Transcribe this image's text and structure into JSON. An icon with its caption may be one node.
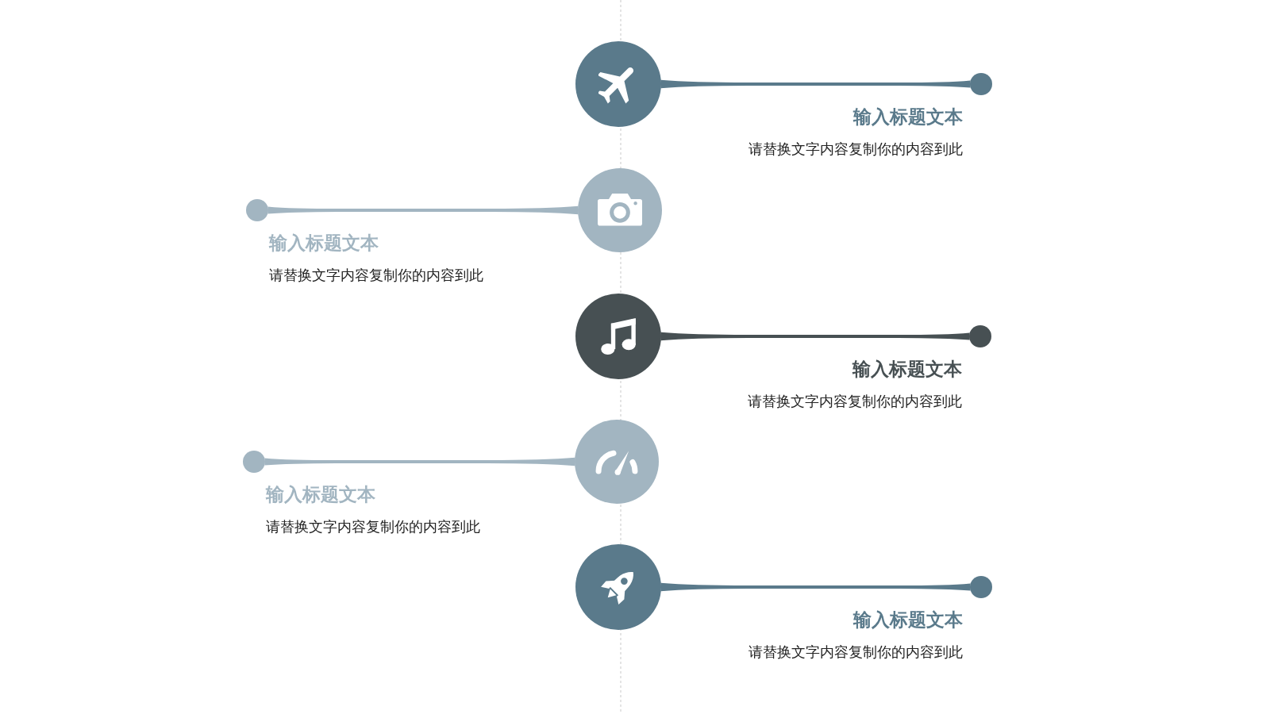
{
  "diagram": {
    "nodes": [
      {
        "text": [],
        "shape": "circle"
      },
      {
        "text": [],
        "shape": "circle",
        "beside": [
          "输入标题文本",
          "请替换文字内容复制你的内容到此"
        ]
      },
      {
        "text": [],
        "shape": "circle"
      },
      {
        "text": [],
        "shape": "circle",
        "beside": [
          "输入标题文本",
          "请替换文字内容复制你的内容到此"
        ]
      },
      {
        "text": [],
        "shape": "circle"
      },
      {
        "text": [],
        "shape": "circle",
        "beside": [
          "输入标题文本",
          "请替换文字内容复制你的内容到此"
        ]
      },
      {
        "text": [],
        "shape": "circle"
      },
      {
        "text": [],
        "shape": "circle",
        "beside": [
          "输入标题文本",
          "请替换文字内容复制你的内容到此"
        ]
      },
      {
        "text": [],
        "shape": "circle"
      },
      {
        "text": [],
        "shape": "circle",
        "beside": [
          "输入标题文本",
          "请替换文字内容复制你的内容到此"
        ]
      }
    ],
    "edges": [
      {
        "from": 0,
        "to": 1,
        "arrow": "none"
      },
      {
        "from": 2,
        "to": 3,
        "arrow": "none",
        "color": "#a2b5c1"
      },
      {
        "from": 4,
        "to": 5,
        "arrow": "none",
        "color": "#475053"
      },
      {
        "from": 6,
        "to": 7,
        "arrow": "none",
        "color": "#a2b5c1"
      },
      {
        "from": 8,
        "to": 9,
        "arrow": "none"
      }
    ]
  }
}
